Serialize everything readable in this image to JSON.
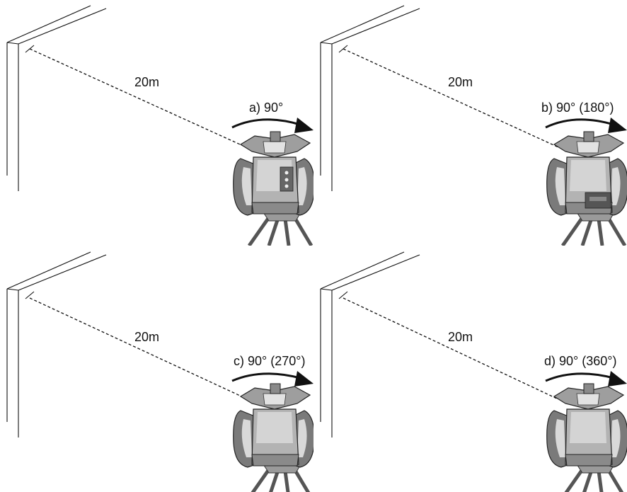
{
  "panels": [
    {
      "distance": "20m",
      "step": "a) 90°"
    },
    {
      "distance": "20m",
      "step": "b) 90° (180°)"
    },
    {
      "distance": "20m",
      "step": "c) 90° (270°)"
    },
    {
      "distance": "20m",
      "step": "d) 90° (360°)"
    }
  ],
  "colors": {
    "line": "#111111",
    "tool_dark": "#6e6e6e",
    "tool_mid": "#a9a9a9",
    "tool_light": "#d6d6d6"
  }
}
